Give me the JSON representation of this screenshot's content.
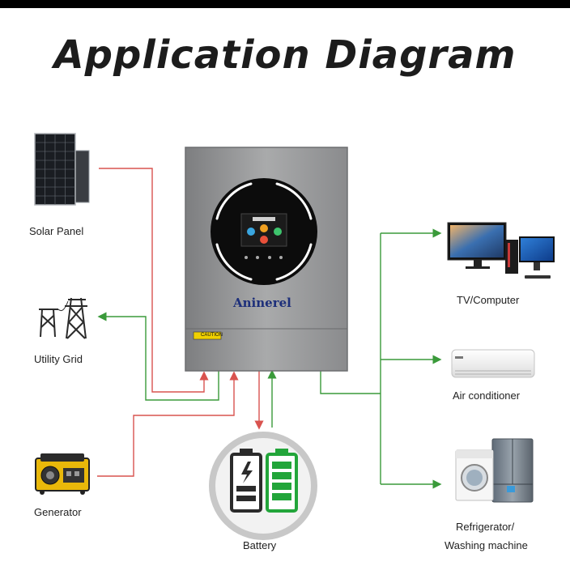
{
  "title": "Application Diagram",
  "sources": {
    "solar": "Solar Panel",
    "grid": "Utility Grid",
    "generator": "Generator"
  },
  "loads": {
    "tv": "TV/Computer",
    "ac": "Air conditioner",
    "fridge_line1": "Refrigerator/",
    "fridge_line2": "Washing machine"
  },
  "battery": "Battery",
  "inverter": {
    "brand": "Aninerel",
    "caution": "CAUTION"
  },
  "colors": {
    "input_line": "#d9534f",
    "output_line": "#3a9a3a",
    "inverter_body": "#9a9b9c"
  }
}
